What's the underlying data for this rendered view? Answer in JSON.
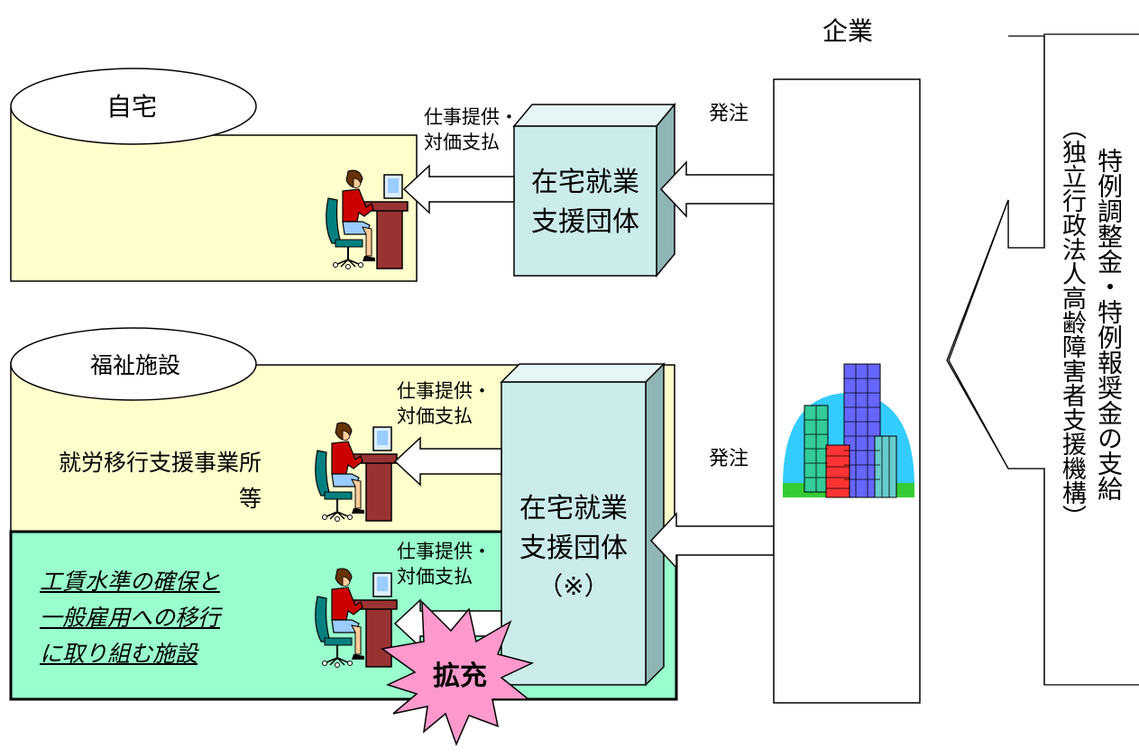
{
  "header_partial": "",
  "company": {
    "title": "企業"
  },
  "home": {
    "label": "自宅"
  },
  "welfare": {
    "label": "福祉施設",
    "sub_line1": "就労移行支援事業所",
    "sub_line2": "等"
  },
  "focus": {
    "line1": "工賃水準の確保と",
    "line2": "一般雇用への移行",
    "line3": "に取り組む施設"
  },
  "support_top": {
    "line1": "在宅就業",
    "line2": "支援団体"
  },
  "support_bottom": {
    "line1": "在宅就業",
    "line2": "支援団体",
    "line3": "（※）"
  },
  "flows": {
    "offer_line1": "仕事提供・",
    "offer_line2": "対価支払",
    "order": "発注"
  },
  "expand": {
    "label": "拡充"
  },
  "payment": {
    "main": "特例調整金・特例報奨金の支給",
    "agency": "（独立行政法人高齢障害者支援機構）"
  },
  "colors": {
    "home_bg": "#FFFFCC",
    "welfare_bg": "#FFFFCC",
    "focus_bg": "#99FFCC",
    "support_box": "#CCECEC",
    "building_sky": "#33CCFF",
    "burst": "#FF99CC"
  },
  "icons": [
    "person-at-computer-icon",
    "building-icon",
    "starburst-icon",
    "arrow-left-icon"
  ]
}
